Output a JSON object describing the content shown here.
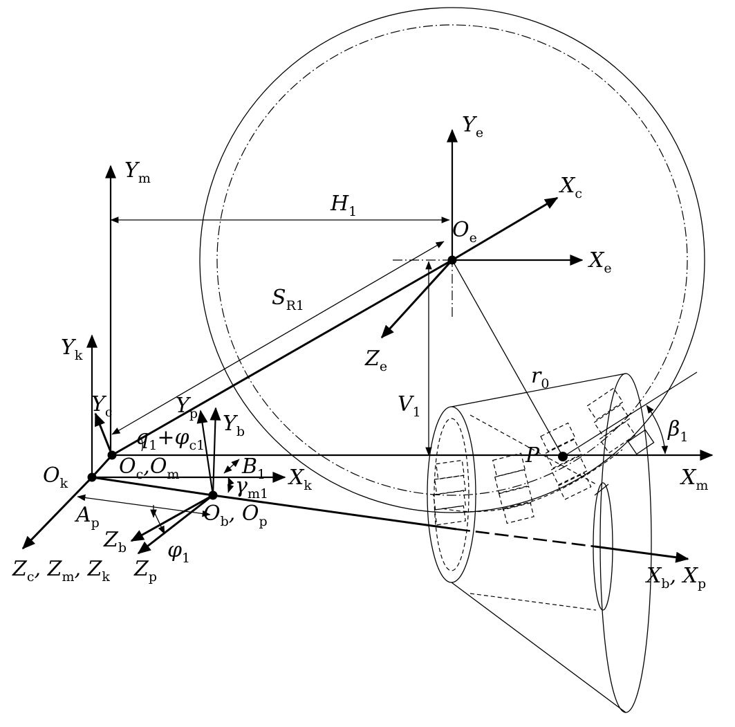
{
  "labels": {
    "ye": {
      "main": "Y",
      "sub": "e"
    },
    "xc": {
      "main": "X",
      "sub": "c"
    },
    "ym": {
      "main": "Y",
      "sub": "m"
    },
    "h1": {
      "main": "H",
      "sub": "1"
    },
    "oe": {
      "main": "O",
      "sub": "e"
    },
    "xe": {
      "main": "X",
      "sub": "e"
    },
    "sr1": {
      "main": "S",
      "sub": "R1"
    },
    "ze": {
      "main": "Z",
      "sub": "e"
    },
    "yk": {
      "main": "Y",
      "sub": "k"
    },
    "r0": {
      "main": "r",
      "sub": "0"
    },
    "v1": {
      "main": "V",
      "sub": "1"
    },
    "beta1": {
      "main": "β",
      "sub": "1"
    },
    "yc": {
      "main": "Y",
      "sub": "c"
    },
    "yp": {
      "main": "Y",
      "sub": "p"
    },
    "yb": {
      "main": "Y",
      "sub": "b"
    },
    "q1phi": {
      "main": "q",
      "sub": "1",
      "mid": "+φ",
      "sub2": "c1"
    },
    "p": {
      "main": "P"
    },
    "xm": {
      "main": "X",
      "sub": "m"
    },
    "ok": {
      "main": "O",
      "sub": "k"
    },
    "ocom": {
      "a": "O",
      "asub": "c",
      "sep": ",",
      "b": "O",
      "bsub": "m"
    },
    "b1": {
      "main": "B",
      "sub": "1"
    },
    "gm1": {
      "main": "γ",
      "sub": "m1"
    },
    "xk": {
      "main": "X",
      "sub": "k"
    },
    "ap": {
      "main": "A",
      "sub": "p"
    },
    "obop": {
      "a": "O",
      "asub": "b",
      "sep": ", ",
      "b": "O",
      "bsub": "p"
    },
    "zb": {
      "main": "Z",
      "sub": "b"
    },
    "phi1": {
      "main": "φ",
      "sub": "1"
    },
    "zczmzk": {
      "a": "Z",
      "asub": "c",
      "sep1": ", ",
      "b": "Z",
      "bsub": "m",
      "sep2": ", ",
      "c": "Z",
      "csub": "k"
    },
    "zp": {
      "main": "Z",
      "sub": "p"
    },
    "xbxp": {
      "a": "X",
      "asub": "b",
      "sep": ", ",
      "b": "X",
      "bsub": "p"
    }
  }
}
